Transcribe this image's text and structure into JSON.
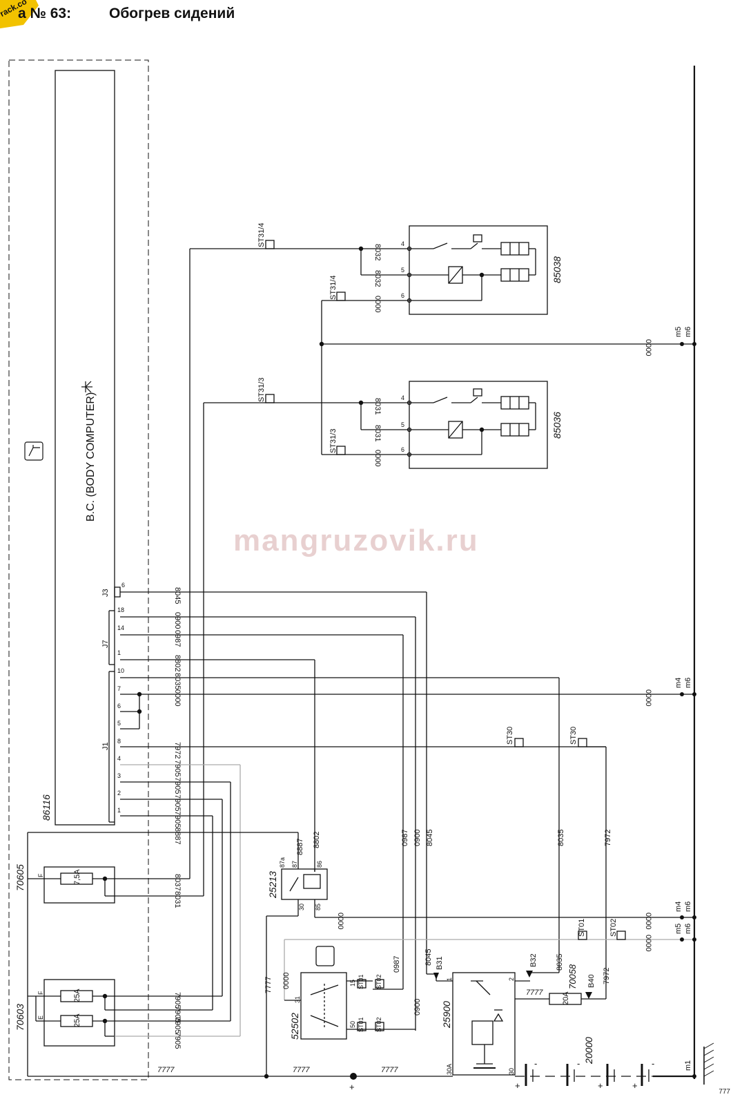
{
  "header": {
    "figure_label": "а № 63:",
    "title": "Обогрев сидений",
    "logo_text": "rack.co"
  },
  "watermark": "mangruzovik.ru",
  "page_number": "777",
  "components": {
    "body_computer": {
      "code": "86116",
      "label": "B.C. (BODY COMPUTER)"
    },
    "switch_module_right": {
      "code": "85038"
    },
    "switch_module_left": {
      "code": "85036"
    },
    "fuse_box_top": {
      "code": "70605",
      "fuse": "7,5A",
      "pin_f": "F"
    },
    "fuse_box_bottom": {
      "code": "70603",
      "fuse_a": "25A",
      "fuse_b": "25A",
      "pin_f": "F",
      "pin_e": "E"
    },
    "relay": {
      "code": "25213",
      "pins": [
        "87a",
        "87",
        "86",
        "30",
        "85"
      ]
    },
    "ignition_switch": {
      "code": "52502",
      "pins": [
        "15",
        "31",
        "50"
      ]
    },
    "main_relay": {
      "code": "25900",
      "pins": [
        "1",
        "2",
        "30A",
        "30"
      ]
    },
    "line_fuse": {
      "code": "70058",
      "rating": "20A"
    },
    "battery": {
      "code": "20000"
    }
  },
  "connectors": {
    "j3": "J3",
    "j7": "J7",
    "j1": "J1",
    "st31_4": "ST31/4",
    "st31_3": "ST31/3",
    "st30": "ST30",
    "st01": "ST01",
    "st02": "ST02",
    "b31": "B31",
    "b32": "B32",
    "b40": "B40"
  },
  "wires": {
    "w0000": "0000",
    "w8032": "8032",
    "w8031": "8031",
    "w8045": "8045",
    "w0900": "0900",
    "w0987": "0987",
    "w8802": "8802",
    "w8035": "8035",
    "w7972": "7972",
    "w7905": "7905",
    "w8887": "8887",
    "w8037": "8037",
    "w7777": "7777"
  },
  "grounds": {
    "m1": "m1",
    "m4": "m4",
    "m5": "m5",
    "m6": "m6"
  },
  "pin_numbers": {
    "p1": "1",
    "p2": "2",
    "p3": "3",
    "p4": "4",
    "p5": "5",
    "p6": "6",
    "p7": "7",
    "p8": "8",
    "p10": "10",
    "p14": "14",
    "p18": "18"
  },
  "polarity": {
    "plus": "+",
    "minus": "-"
  }
}
